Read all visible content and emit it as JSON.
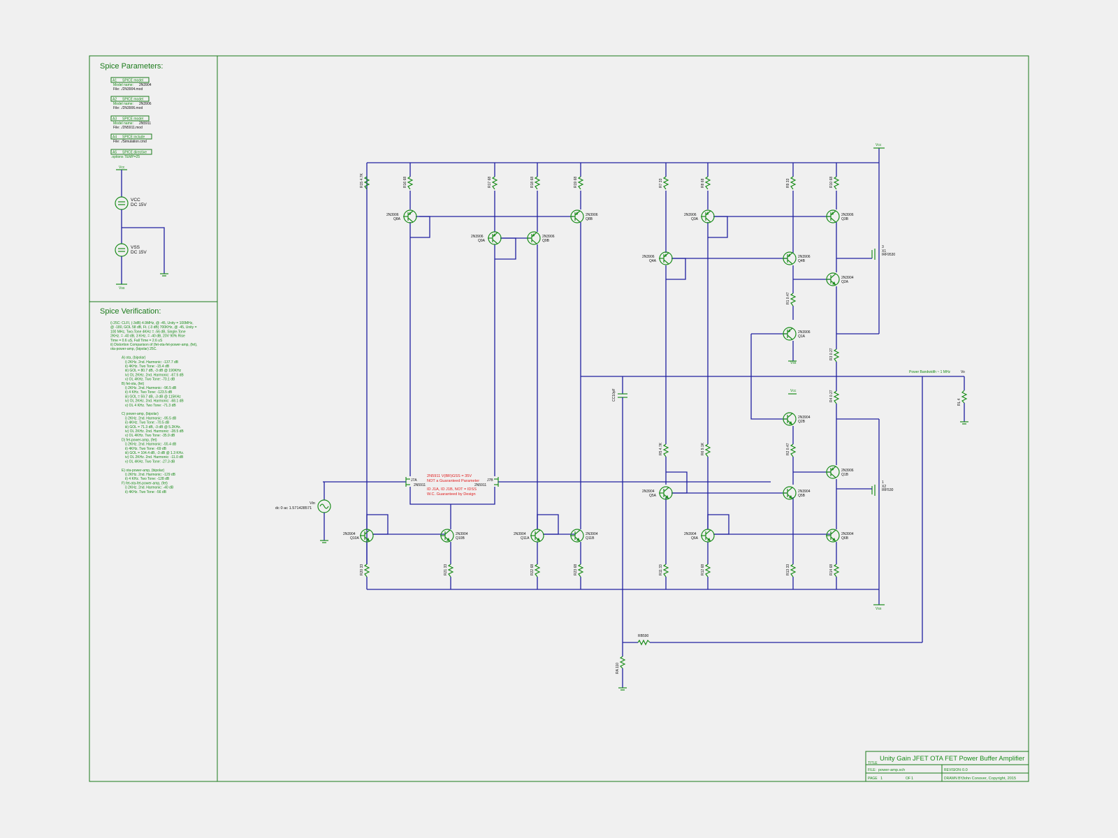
{
  "spice_parameters": {
    "heading": "Spice Parameters:",
    "blocks": [
      {
        "id": "A1",
        "kind": "SPICE model",
        "line1_label": "Model name:",
        "line1_value": "2N3904",
        "line2": "File: ./2N3904.mod"
      },
      {
        "id": "A2",
        "kind": "SPICE model",
        "line1_label": "Model name:",
        "line1_value": "2N3906",
        "line2": "File: ./2N3906.mod"
      },
      {
        "id": "A3",
        "kind": "SPICE model",
        "line1_label": "Model name:",
        "line1_value": "2N5911",
        "line2": "File: ./2N5911.mod"
      },
      {
        "id": "A4",
        "kind": "SPICE include",
        "line1_label": "",
        "line1_value": "",
        "line2": "File: ./Simulation.cmd"
      },
      {
        "id": "A5",
        "kind": "SPICE directive",
        "line1_label": "",
        "line1_value": "",
        "line2": ".options TEMP=25"
      }
    ],
    "vcc": {
      "name": "VCC",
      "value": "DC 15V"
    },
    "vss": {
      "name": "VSS",
      "value": "DC 15V"
    },
    "rail_top": "Vcc",
    "rail_bottom": "Vss"
  },
  "spice_verification": {
    "heading": "Spice Verification:",
    "lines": [
      "i) 25C: CLFI, (-3dB) 4.9MHz, @ -45, Unity = 100MHz,",
      "@ -180, GOL 58 dB, Ft. (-3 dB) 700KHz, @ -45, Unity =",
      "100 MHz, Two-Tone 4KHz = -56 dB, Single-Tone",
      "2KHz. = -40 dB, 3 KHz. = -40 dB, 20V 90% Rise",
      "Time = 0.6 uS, Fall Time = 2.6 uS",
      "ii) Distortion Comparison of (fet-ota-fet-power-amp, (fet),",
      "ota-power-amp, (bipolar) 25C.",
      "",
      "A) ota, (bipolar)",
      "i) 2KHz. 2nd. Harmonic: -137.7 dB",
      "ii) 4KHz. Two Tone: -15.4 dB",
      "iii) GOL = 80.7 dB, -3 dB @ 190KHz",
      "iv) OL 2KHz. 2nd. Harmonic: -67.5 dB",
      "v) OL 4KHz. Two Tone: -70.1 dB",
      "B) fet-ota, (fet)",
      "i) 2KHz. 2nd. Harmonic: -96.5 dB",
      "ii) 4 KHz. Two Tone: -123.5 dB",
      "iii) GOL = 59.7 dB, -3 dB @ 115KHz",
      "iv) OL 2KHz. 2nd. Harmonic: -68.1 dB",
      "v) OL 4 KHz. Two Tone: -71.3 dB",
      "",
      "C) power-amp, (bipolar)",
      "i) 2KHz. 2nd. Harmonic: -95.5 dB",
      "ii) 4KHz. Two Tone: -70.5 dB",
      "iii) GOL = 71.3 dB, -3 dB @ 5.2KHz.",
      "iv) OL 2KHz. 2nd. Harmonic: -28.5 dB",
      "v) OL 4KHz. Two Tone: -35.9 dB",
      "D) fet-power-amp, (fet)",
      "i) 2KHz. 2nd. Harmonic: -55.4 dB",
      "ii) 4KHz. Two Tone: -69 dB",
      "iii) GOL = 104.4 dB, -3 dB @ 1.3 KHz.",
      "iv) OL 2KHz. 2nd. Harmonic: -11.0 dB",
      "v) OL 4KHz. Two Tone: -27.3 dB",
      "",
      "E) ota-power-amp, (bipolar)",
      "i) 2KHz. 2nd. Harmonic: -129 dB",
      "ii) 4 KHz. Two Tone: -128 dB",
      "F) fet-ota-fet-power-amp, (fet)",
      "i) 2KHz. 2nd. Harmonic: -40 dB",
      "ii) 4KHz. Two Tone: -56 dB"
    ]
  },
  "schematic": {
    "source": {
      "name": "Vin",
      "value": "dc 0 ac 1.571428571"
    },
    "note_lines": [
      "2N5911 V(BR)GSS = 35V",
      "NOT a Guaranteed Parameter",
      "ID J1A, ID J1B, NOT = IDSS",
      "W.C. Guaranteed by Design"
    ],
    "power_bandwidth_label": "Power Bandwidth ~ 1 MHz",
    "output_label": "Vo",
    "rail_top": "Vcc",
    "rail_bottom": "Vss",
    "rail_mid": "Vcc",
    "rail_mid2": "Vss",
    "resistors": [
      {
        "ref": "R15",
        "val": "4.7K"
      },
      {
        "ref": "R16",
        "val": "68"
      },
      {
        "ref": "R17",
        "val": "68"
      },
      {
        "ref": "R18",
        "val": "68"
      },
      {
        "ref": "R19",
        "val": "68"
      },
      {
        "ref": "R7",
        "val": "33"
      },
      {
        "ref": "R8",
        "val": "68"
      },
      {
        "ref": "R9",
        "val": "33"
      },
      {
        "ref": "R10",
        "val": "68"
      },
      {
        "ref": "R1",
        "val": "0.47"
      },
      {
        "ref": "R3",
        "val": "0.27"
      },
      {
        "ref": "R4",
        "val": "0.27"
      },
      {
        "ref": "R2",
        "val": "0.47"
      },
      {
        "ref": "R5",
        "val": "4.7K"
      },
      {
        "ref": "R6",
        "val": "9.1K"
      },
      {
        "ref": "R20",
        "val": "33"
      },
      {
        "ref": "R21",
        "val": "33"
      },
      {
        "ref": "R22",
        "val": "68"
      },
      {
        "ref": "R23",
        "val": "68"
      },
      {
        "ref": "R11",
        "val": "33"
      },
      {
        "ref": "R12",
        "val": "68"
      },
      {
        "ref": "R13",
        "val": "33"
      },
      {
        "ref": "R14",
        "val": "68"
      },
      {
        "ref": "RL",
        "val": "4"
      },
      {
        "ref": "RB",
        "val": "590"
      },
      {
        "ref": "RA",
        "val": "110"
      }
    ],
    "capacitor": {
      "ref": "CC",
      "val": "10pF"
    },
    "transistors": [
      {
        "ref": "Q8A",
        "part": "2N3906"
      },
      {
        "ref": "Q8B",
        "part": "2N3906"
      },
      {
        "ref": "Q9A",
        "part": "2N3906"
      },
      {
        "ref": "Q9B",
        "part": "2N3906"
      },
      {
        "ref": "Q3A",
        "part": "2N3906"
      },
      {
        "ref": "Q3B",
        "part": "2N3906"
      },
      {
        "ref": "Q4A",
        "part": "2N3906"
      },
      {
        "ref": "Q4B",
        "part": "2N3906"
      },
      {
        "ref": "Q2A",
        "part": "2N3904"
      },
      {
        "ref": "Q1A",
        "part": "2N3906"
      },
      {
        "ref": "Q2B",
        "part": "2N3904"
      },
      {
        "ref": "Q1B",
        "part": "2N3906"
      },
      {
        "ref": "Q5A",
        "part": "2N3904"
      },
      {
        "ref": "Q5B",
        "part": "2N3904"
      },
      {
        "ref": "Q10A",
        "part": "2N3904"
      },
      {
        "ref": "Q10B",
        "part": "2N3904"
      },
      {
        "ref": "Q11A",
        "part": "2N3904"
      },
      {
        "ref": "Q11B",
        "part": "2N3904"
      },
      {
        "ref": "Q6A",
        "part": "2N3904"
      },
      {
        "ref": "Q6B",
        "part": "2N3904"
      }
    ],
    "jfets": [
      {
        "ref": "J7A",
        "part": "2N5911"
      },
      {
        "ref": "J7B",
        "part": "2N5911"
      }
    ],
    "mosfets": [
      {
        "ref": "X1",
        "part": "IRF9530"
      },
      {
        "ref": "X2",
        "part": "IRF530"
      }
    ]
  },
  "title_block": {
    "title": "Unity Gain JFET OTA FET Power Buffer Amplifier",
    "title_label": "TITLE",
    "file_label": "FILE:",
    "file": "power-amp.sch",
    "revision_label": "REVISION:",
    "revision": "0.0",
    "page_label": "PAGE",
    "page": "1",
    "of_label": "OF",
    "of": "1",
    "drawn_label": "DRAWN BY:",
    "drawn": "John Conover, Copyright, 2015"
  }
}
